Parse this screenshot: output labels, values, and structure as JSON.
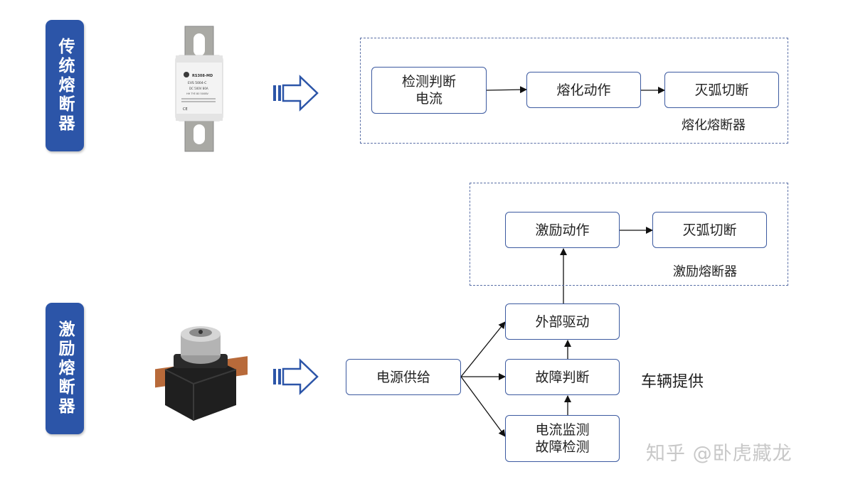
{
  "traditional": {
    "side_label": "传统熔断器",
    "steps": [
      "检测判断\n电流",
      "熔化动作",
      "灭弧切断"
    ],
    "group_caption": "熔化熔断器",
    "fuse_text": [
      "RS308-MD",
      "EVS 5004-C",
      "DC 500V 80A",
      "HH TYE 80 500BV",
      "CE"
    ]
  },
  "excited": {
    "side_label": "激励熔断器",
    "group_steps": [
      "激励动作",
      "灭弧切断"
    ],
    "group_caption": "激励熔断器",
    "source": "电源供给",
    "external_drive": "外部驱动",
    "fault_judge": "故障判断",
    "monitor": "电流监测\n故障检测",
    "vehicle_note": "车辆提供"
  },
  "watermark": "知乎 @卧虎藏龙"
}
